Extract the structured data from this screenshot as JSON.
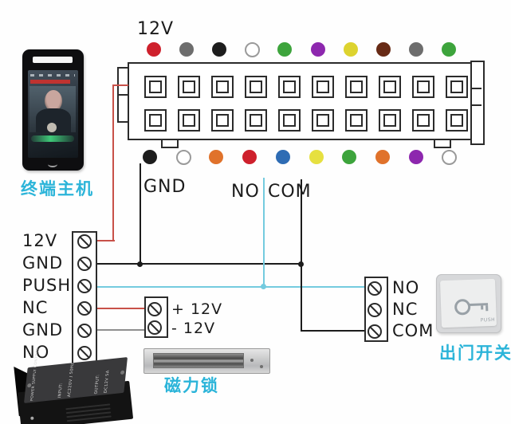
{
  "diagram": {
    "power_label": "12V",
    "net_labels": {
      "gnd": "GND",
      "no": "NO",
      "com": "COM"
    }
  },
  "terminal_device": {
    "label": "终端主机"
  },
  "connector": {
    "rows": 2,
    "columns": 10,
    "top_dot_colors": [
      "#ce202c",
      "#6d6d6d",
      "#1d1d1d",
      "#ffffff",
      "#3da43c",
      "#8d27ae",
      "#ddd32f",
      "#672a15",
      "#6d6d6d",
      "#3da43c"
    ],
    "bottom_dot_colors": [
      "#1d1d1d",
      "#ffffff",
      "#e0722b",
      "#ce202c",
      "#2e6cb4",
      "#e6e040",
      "#3da43c",
      "#e0722b",
      "#8d27ae",
      "#ffffff"
    ]
  },
  "controller_terminal": {
    "pins": [
      "12V",
      "GND",
      "PUSH",
      "NC",
      "GND",
      "NO"
    ]
  },
  "lock_power_terminal": {
    "pins": [
      "+ 12V",
      "- 12V"
    ]
  },
  "maglock": {
    "label": "磁力锁"
  },
  "exit_switch": {
    "terminal_pins": [
      "NO",
      "NC",
      "COM"
    ],
    "label": "出门开关",
    "button_text": "PUSH"
  },
  "power_supply": {
    "lines": [
      "POWER SUPPLY CONTROL",
      "INPUT:",
      "AC220V / 50Hz",
      "OUTPUT:",
      "DC12V  5A"
    ]
  },
  "colors": {
    "label_cyan": "#2bb4d9",
    "wire_red": "#c85149",
    "wire_black": "#1c1c1c",
    "wire_cyan": "#74cbdf",
    "wire_gray": "#8f8f8f",
    "line": "#2b2b2b"
  }
}
